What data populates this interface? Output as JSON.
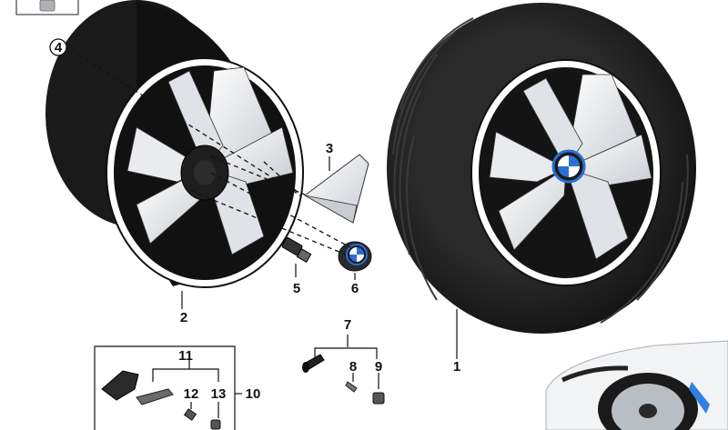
{
  "callouts": {
    "c1": "1",
    "c2": "2",
    "c3": "3",
    "c4": "4",
    "c5": "5",
    "c6": "6",
    "c7": "7",
    "c8": "8",
    "c9": "9",
    "c10": "10",
    "c11": "11",
    "c12": "12",
    "c13": "13"
  },
  "colors": {
    "rim_black": "#141414",
    "tyre_black": "#1c1c1c",
    "spoke_white": "#eef0f3",
    "spoke_shade": "#c9cdd3",
    "bmw_blue": "#2a6fd6",
    "car_body": "#f2f3f5",
    "accent_blue": "#2f7fe0"
  }
}
